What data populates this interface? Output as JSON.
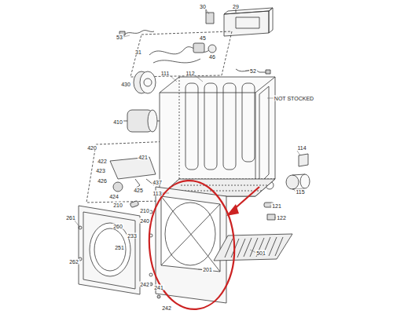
{
  "diagram": {
    "labels": [
      "53",
      "30",
      "29",
      "45",
      "46",
      "31",
      "430",
      "111",
      "112",
      "52",
      "NOT STOCKED",
      "410",
      "420",
      "421",
      "422",
      "423",
      "426",
      "437",
      "425",
      "424",
      "114",
      "113",
      "115",
      "210",
      "210",
      "121",
      "122",
      "261",
      "260",
      "240",
      "233",
      "251",
      "501",
      "201",
      "262",
      "242",
      "241",
      "242"
    ]
  }
}
